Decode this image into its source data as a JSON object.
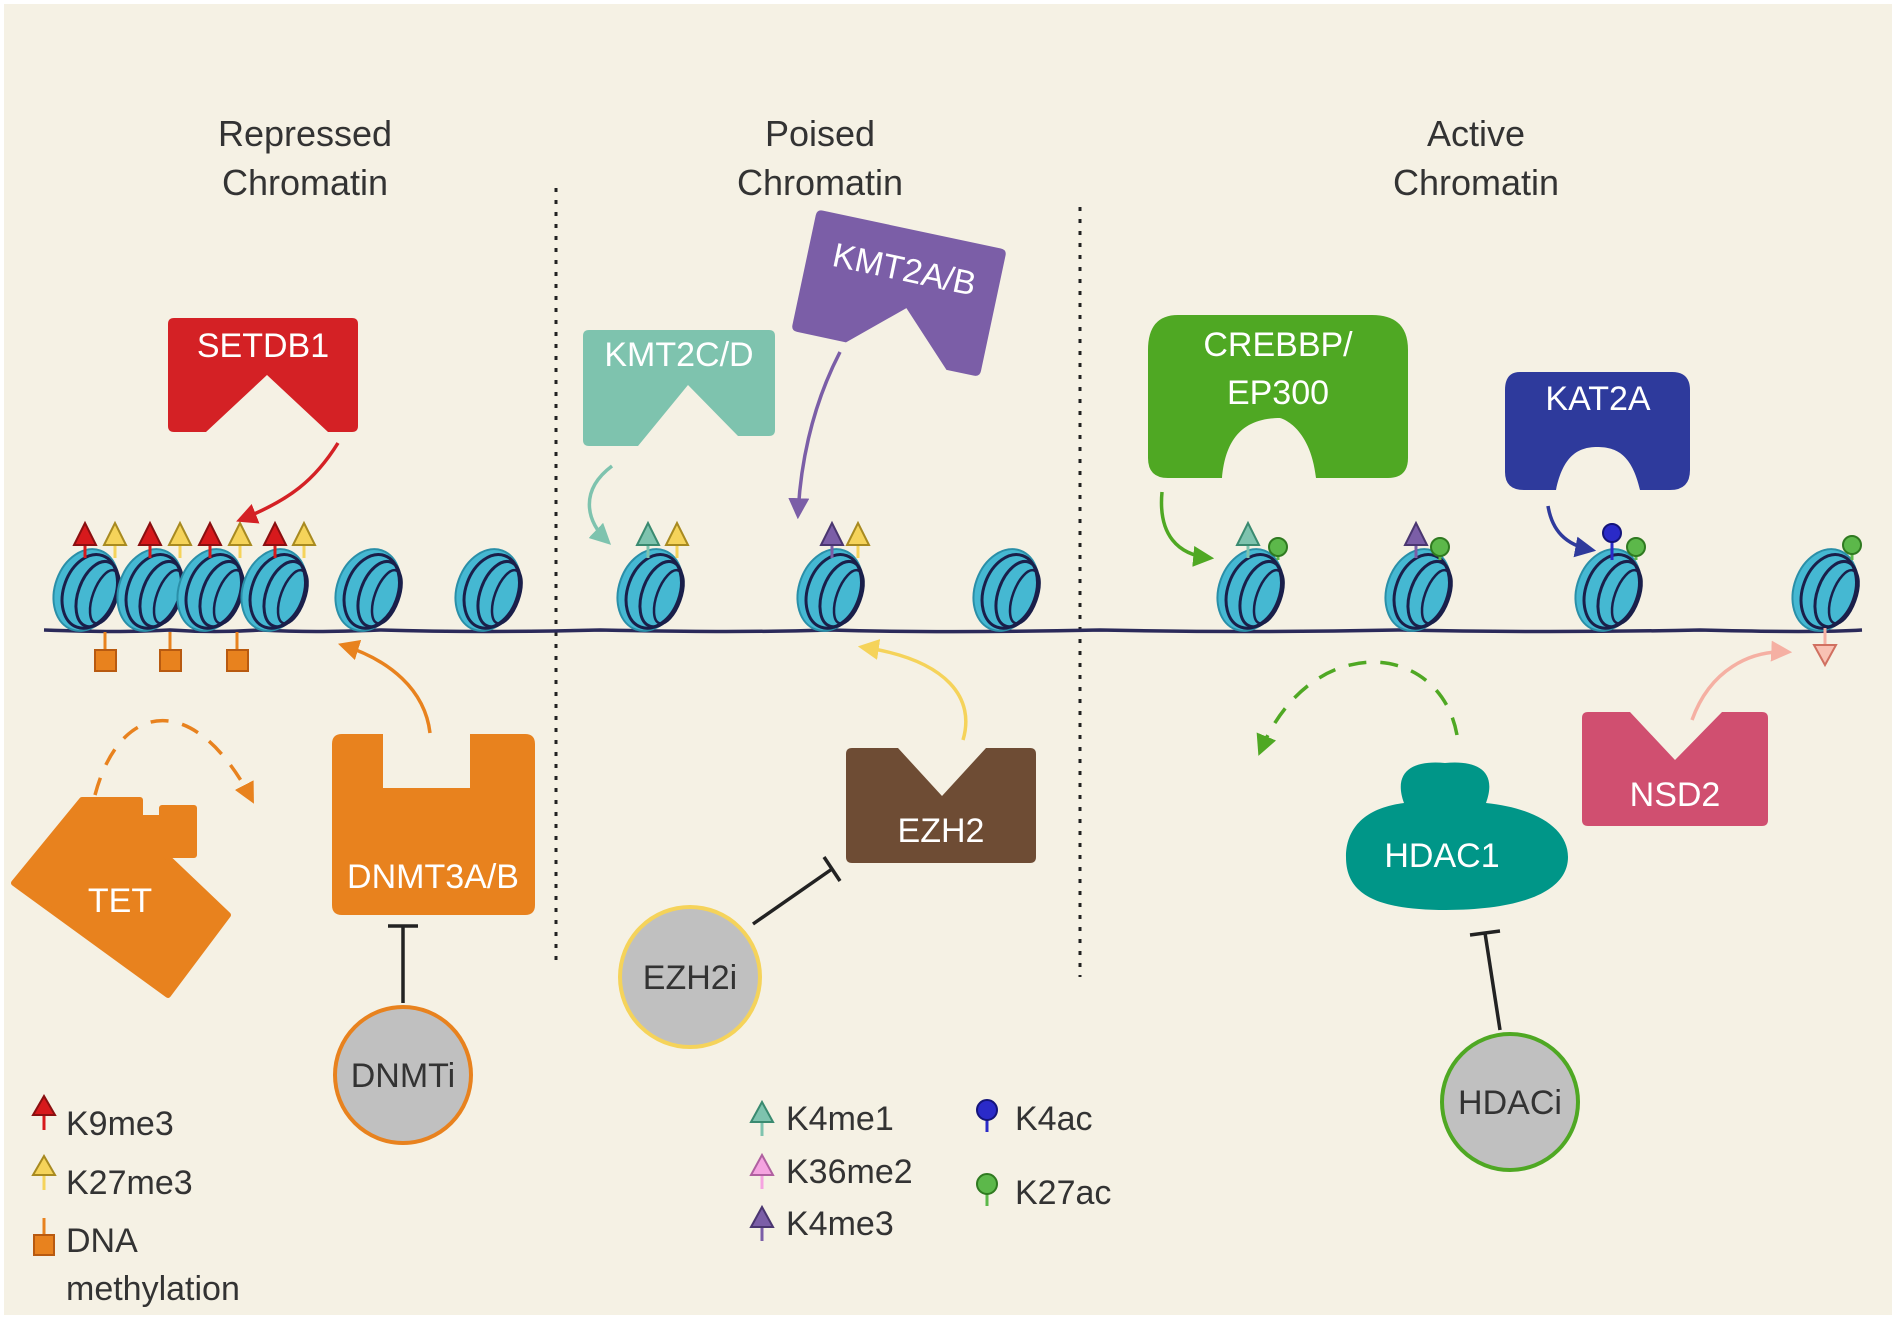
{
  "sections": {
    "repressed": {
      "line1": "Repressed",
      "line2": "Chromatin"
    },
    "poised": {
      "line1": "Poised",
      "line2": "Chromatin"
    },
    "active": {
      "line1": "Active",
      "line2": "Chromatin"
    }
  },
  "enzymes": {
    "setdb1": "SETDB1",
    "kmt2cd": "KMT2C/D",
    "kmt2ab": "KMT2A/B",
    "crebbp_line1": "CREBBP/",
    "crebbp_line2": "EP300",
    "kat2a": "KAT2A",
    "tet": "TET",
    "dnmt3ab": "DNMT3A/B",
    "ezh2": "EZH2",
    "hdac1": "HDAC1",
    "nsd2": "NSD2"
  },
  "inhibitors": {
    "dnmti": "DNMTi",
    "ezh2i": "EZH2i",
    "hdaci": "HDACi"
  },
  "legend": {
    "k9me3": "K9me3",
    "k27me3": "K27me3",
    "dna_meth_line1": "DNA",
    "dna_meth_line2": "methylation",
    "k4me1": "K4me1",
    "k36me2": "K36me2",
    "k4me3": "K4me3",
    "k4ac": "K4ac",
    "k27ac": "K27ac"
  },
  "colors": {
    "background": "#f5f1e4",
    "k9me3": "#d7191c",
    "k27me3": "#f5d35a",
    "dna_methylation": "#e8821e",
    "k4me1": "#7ec3ae",
    "k36me2": "#f5a3e0",
    "k4me3": "#7b5ea7",
    "k4ac": "#2a2ac8",
    "k27ac": "#5cb84a",
    "nucleosome": "#45b8d2",
    "dna_line": "#2b2a5a",
    "setdb1": "#d42125",
    "kmt2cd": "#7ec3ae",
    "kmt2ab": "#7b5ea7",
    "crebbp": "#4fa823",
    "kat2a": "#2e3a9c",
    "tet": "#e8821e",
    "dnmt3ab": "#e8821e",
    "ezh2": "#6e4c34",
    "hdac1": "#009688",
    "nsd2": "#d04f70",
    "inhibitor_fill": "#c0c0c0"
  },
  "icons": [
    "nucleosome-icon",
    "triangle-mark-icon",
    "square-mark-icon",
    "circle-mark-icon",
    "inhibition-bar-icon",
    "arrow-icon"
  ]
}
